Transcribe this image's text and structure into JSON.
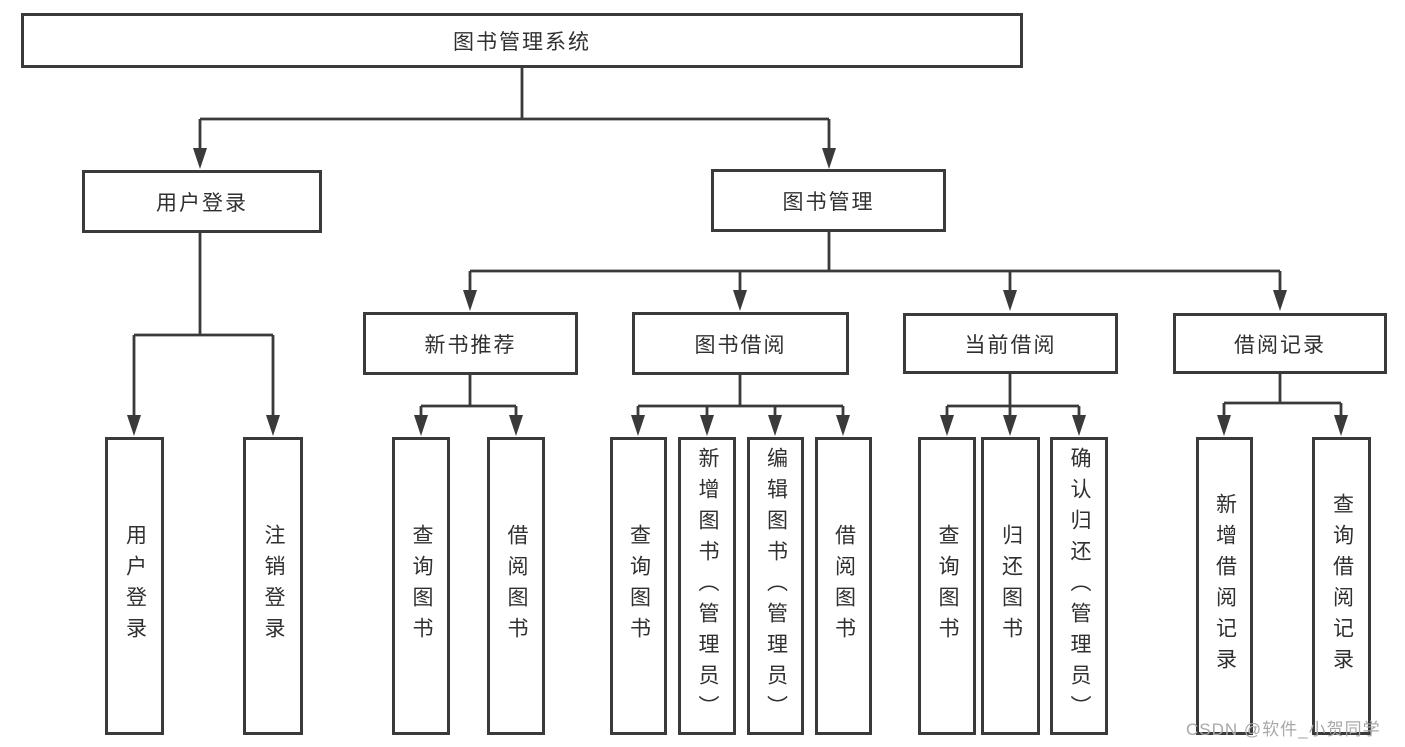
{
  "colors": {
    "line": "#3a3a3a",
    "text": "#303030",
    "watermark": "#a8a8a8",
    "background": "#ffffff"
  },
  "watermark": {
    "text": "CSDN @软件_小贺同学"
  },
  "tree": {
    "root": {
      "label": "图书管理系统",
      "children": [
        {
          "label": "用户登录",
          "children": [
            {
              "label": "用户登录"
            },
            {
              "label": "注销登录"
            }
          ]
        },
        {
          "label": "图书管理",
          "children": [
            {
              "label": "新书推荐",
              "children": [
                {
                  "label": "查询图书"
                },
                {
                  "label": "借阅图书"
                }
              ]
            },
            {
              "label": "图书借阅",
              "children": [
                {
                  "label": "查询图书"
                },
                {
                  "label": "新增图书（管理员）"
                },
                {
                  "label": "编辑图书（管理员）"
                },
                {
                  "label": "借阅图书"
                }
              ]
            },
            {
              "label": "当前借阅",
              "children": [
                {
                  "label": "查询图书"
                },
                {
                  "label": "归还图书"
                },
                {
                  "label": "确认归还（管理员）"
                }
              ]
            },
            {
              "label": "借阅记录",
              "children": [
                {
                  "label": "新增借阅记录"
                },
                {
                  "label": "查询借阅记录"
                }
              ]
            }
          ]
        }
      ]
    }
  }
}
